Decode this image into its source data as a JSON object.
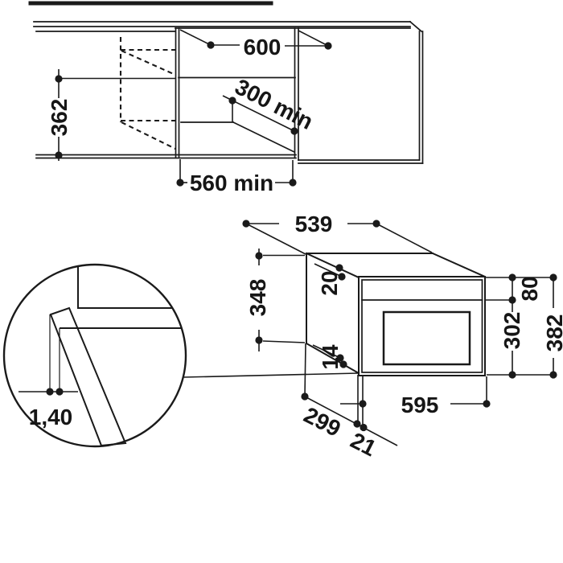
{
  "top_view": {
    "cabinet_width": "600",
    "depth_min": "300 min",
    "niche_height": "362",
    "niche_width_min": "560 min"
  },
  "iso_view": {
    "body_width": "539",
    "body_height": "348",
    "top_gap": "20",
    "bottom_gap": "14",
    "frame_top_band": "80",
    "frame_lower_height": "302",
    "frame_total_height": "382",
    "frame_width": "595",
    "body_depth": "299",
    "door_thickness": "21"
  },
  "detail_view": {
    "door_gap": "1,40"
  },
  "colors": {
    "line": "#1a1a1a",
    "background": "#ffffff"
  }
}
